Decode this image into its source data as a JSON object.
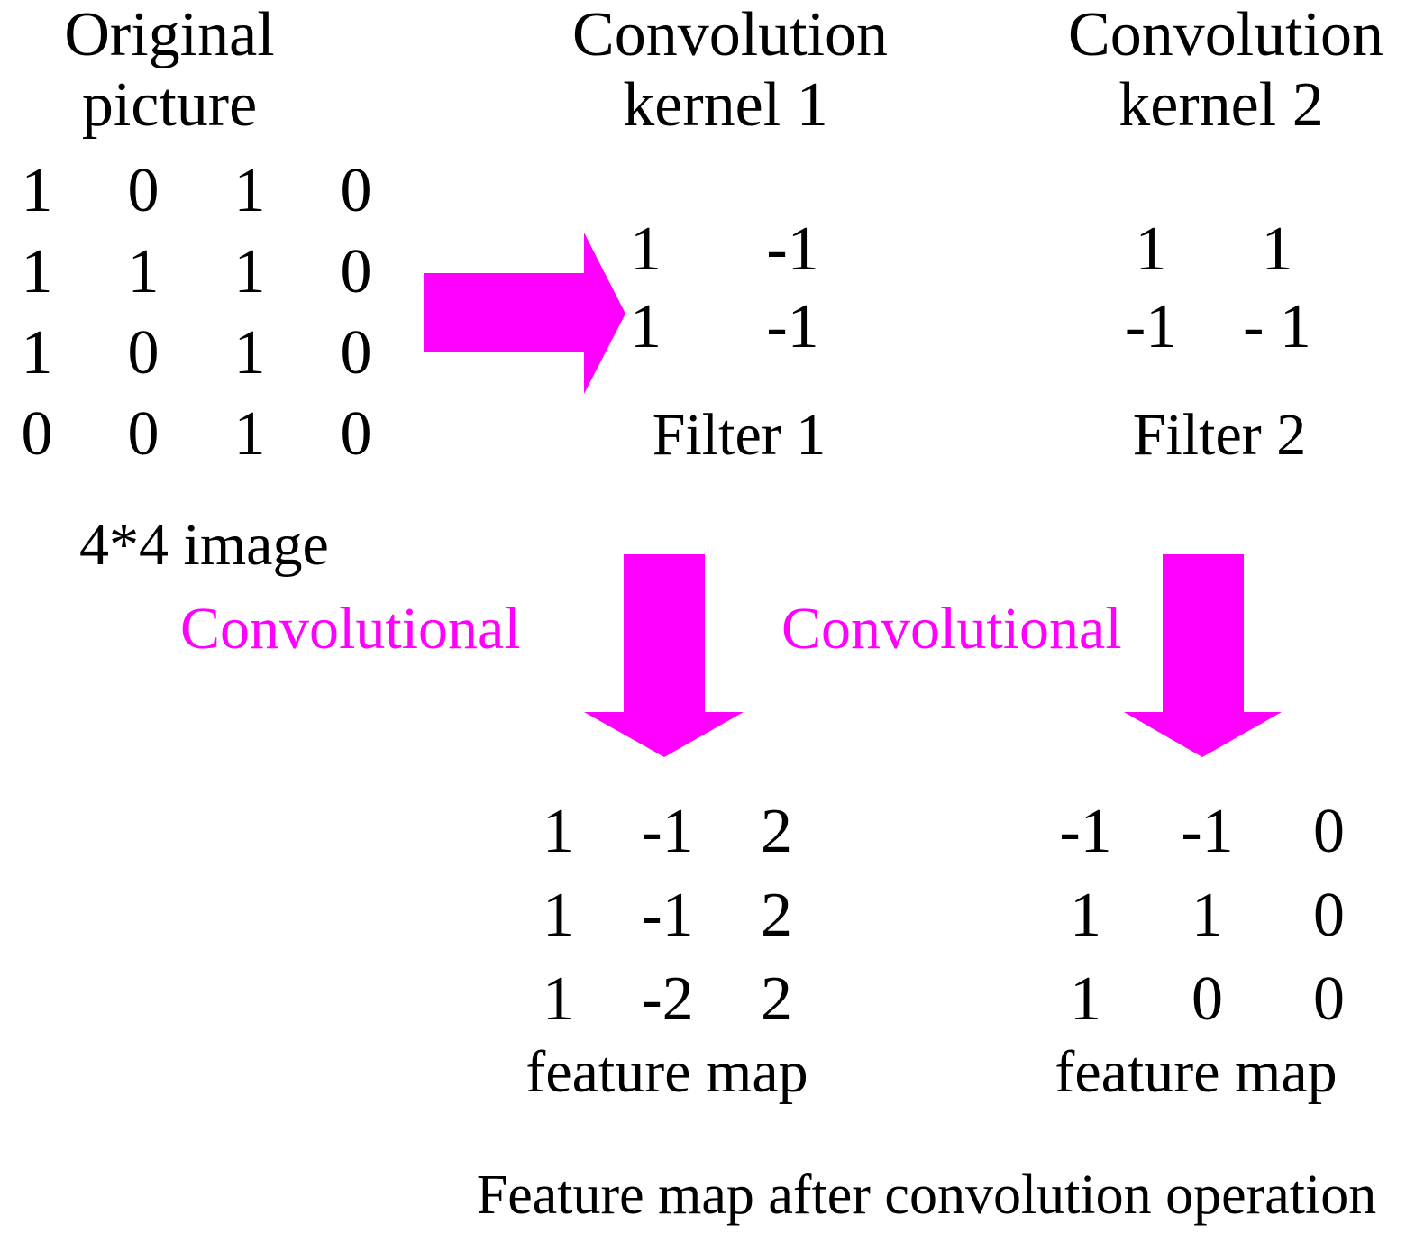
{
  "original": {
    "title_line1": "Original",
    "title_line2": "picture",
    "matrix": [
      [
        "1",
        "0",
        "1",
        "0"
      ],
      [
        "1",
        "1",
        "1",
        "0"
      ],
      [
        "1",
        "0",
        "1",
        "0"
      ],
      [
        "0",
        "0",
        "1",
        "0"
      ]
    ],
    "size_label": "4*4 image"
  },
  "kernel1": {
    "title_line1": "Convolution",
    "title_line2": "kernel 1",
    "matrix": [
      [
        "1",
        "-1"
      ],
      [
        "1",
        "-1"
      ]
    ],
    "filter_label": "Filter 1"
  },
  "kernel2": {
    "title_line1": "Convolution",
    "title_line2": "kernel 2",
    "matrix": [
      [
        "1",
        "1"
      ],
      [
        "-1",
        "- 1"
      ]
    ],
    "filter_label": "Filter 2"
  },
  "operations": {
    "conv_label_left": "Convolutional",
    "conv_label_right": "Convolutional"
  },
  "feature_map1": {
    "matrix": [
      [
        "1",
        "-1",
        "2"
      ],
      [
        "1",
        "-1",
        "2"
      ],
      [
        "1",
        "-2",
        "2"
      ]
    ],
    "label": "feature map"
  },
  "feature_map2": {
    "matrix": [
      [
        "-1",
        "-1",
        "0"
      ],
      [
        "1",
        "1",
        "0"
      ],
      [
        "1",
        "0",
        "0"
      ]
    ],
    "label": "feature map"
  },
  "bottom_caption": "Feature map after convolution operation",
  "colors": {
    "accent": "#ff00ff",
    "text": "#000000",
    "background": "#ffffff"
  }
}
